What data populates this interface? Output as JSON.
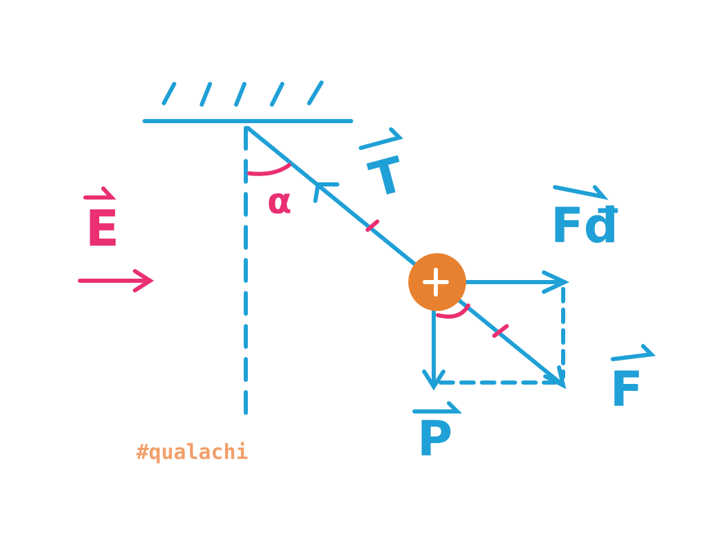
{
  "labels": {
    "electric_field": "E",
    "tension": "T",
    "electric_force": "Fđ",
    "weight": "P",
    "resultant_force": "F",
    "angle": "α",
    "charge_sign": "+"
  },
  "watermark": "#qualachi",
  "colors": {
    "blue": "#1fa0d6",
    "pink": "#ea2f72",
    "orange": "#e8812f",
    "watermark": "#f2a06a",
    "background": "#ffffff"
  }
}
